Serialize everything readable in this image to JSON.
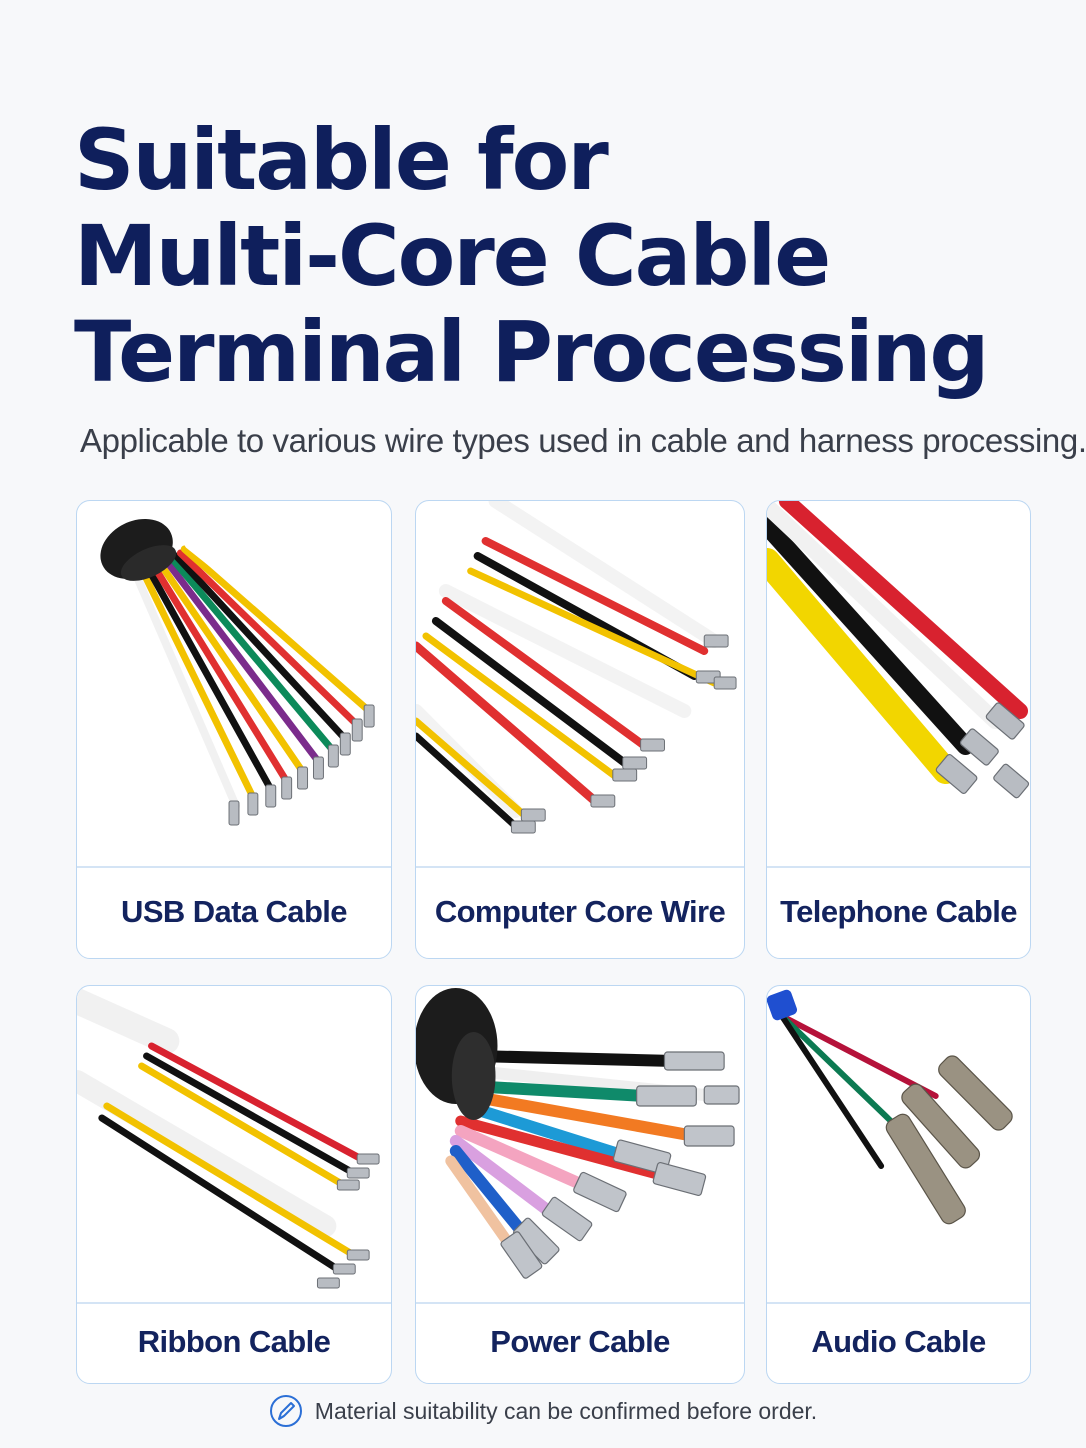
{
  "title": {
    "line1": "Suitable for",
    "line2": "Multi-Core Cable",
    "line3": "Terminal Processing"
  },
  "subtitle": "Applicable to various wire types used in cable and harness processing.",
  "cards": [
    {
      "label": "USB Data Cable",
      "image": "usb-data-cable-image"
    },
    {
      "label": "Computer Core Wire",
      "image": "computer-core-wire-image"
    },
    {
      "label": "Telephone Cable",
      "image": "telephone-cable-image"
    },
    {
      "label": "Ribbon Cable",
      "image": "ribbon-cable-image"
    },
    {
      "label": "Power Cable",
      "image": "power-cable-image"
    },
    {
      "label": "Audio Cable",
      "image": "audio-cable-image"
    }
  ],
  "footnote": {
    "icon": "pen-circle-icon",
    "text": "Material suitability can be confirmed before order."
  },
  "colors": {
    "title": "#0f1f5c",
    "card_border": "#bcd7f2",
    "accent": "#2b6fd6"
  }
}
